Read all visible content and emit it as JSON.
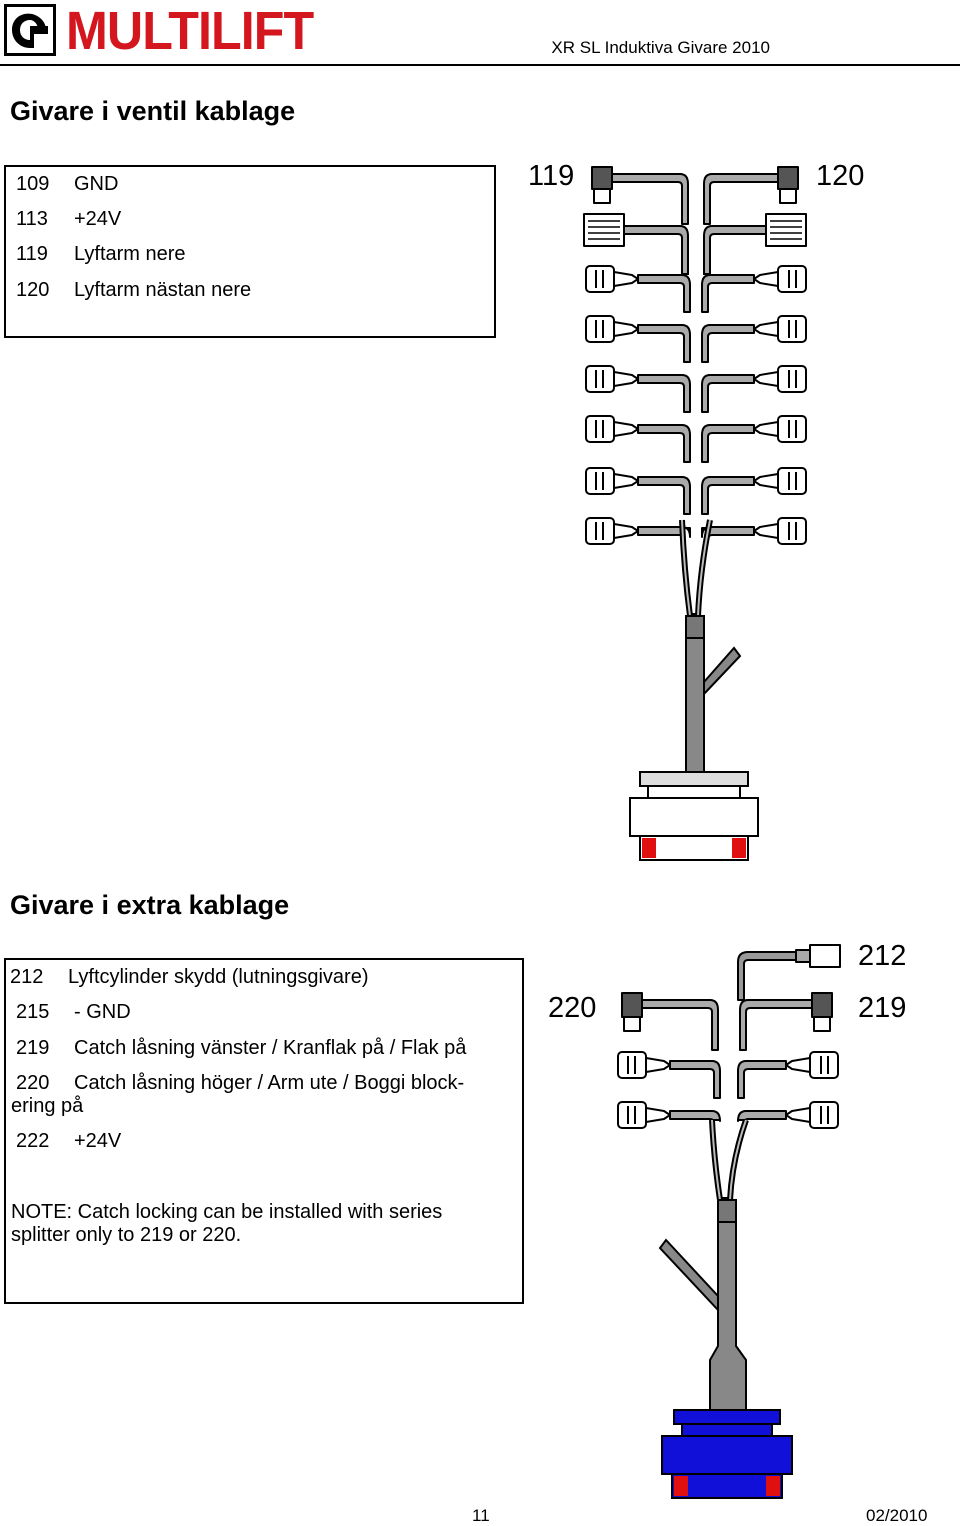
{
  "header": {
    "brand": "MULTILIFT",
    "document_title": "XR SL Induktiva Givare 2010"
  },
  "section1": {
    "title": "Givare i ventil kablage",
    "legend": [
      {
        "code": "109",
        "text": "GND"
      },
      {
        "code": "113",
        "text": "+24V"
      },
      {
        "code": "119",
        "text": "Lyftarm nere"
      },
      {
        "code": "120",
        "text": "Lyftarm nästan nere"
      }
    ],
    "diagram_labels": {
      "left": "119",
      "right": "120"
    }
  },
  "section2": {
    "title": "Givare i extra kablage",
    "legend": [
      {
        "code": "212",
        "text": "Lyftcylinder skydd (lutningsgivare)"
      },
      {
        "code": "215",
        "text": "- GND"
      },
      {
        "code": "219",
        "text": "Catch låsning vänster / Kranflak på / Flak på"
      },
      {
        "code": "220",
        "text": "Catch låsning höger / Arm ute / Boggi block-"
      },
      {
        "code": "",
        "text": "ering på"
      },
      {
        "code": "222",
        "text": "+24V"
      }
    ],
    "note_line1": "NOTE: Catch locking can be installed with series",
    "note_line2": "splitter only to 219 or 220.",
    "diagram_labels": {
      "left": "220",
      "top_right": "212",
      "right": "219"
    }
  },
  "footer": {
    "page_number": "11",
    "date": "02/2010"
  },
  "colors": {
    "brand_red": "#d4161f",
    "connector_red": "#e01010",
    "connector_blue": "#1010d8",
    "cable_gray": "#8a8a8a",
    "sensor_dark": "#555555"
  }
}
